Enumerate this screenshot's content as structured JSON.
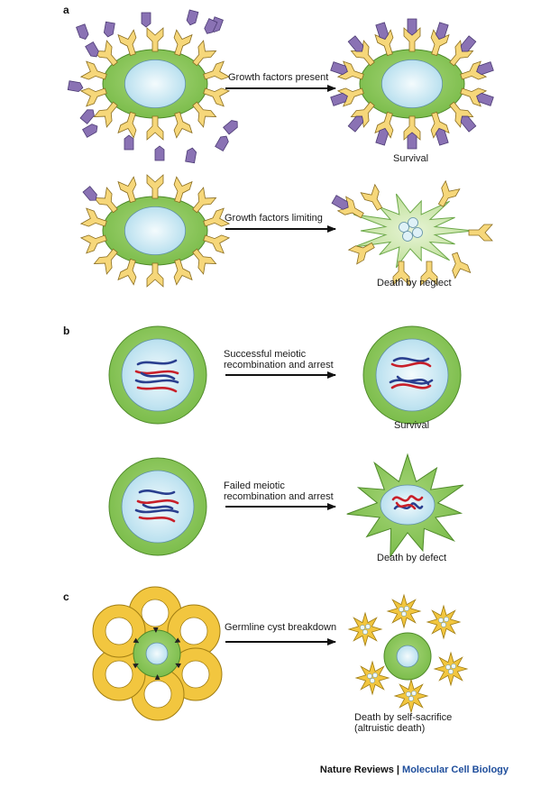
{
  "panels": {
    "a": {
      "letter": "a",
      "arrow1": "Growth factors present",
      "outcome1": "Survival",
      "arrow2": "Growth factors limiting",
      "outcome2": "Death by neglect"
    },
    "b": {
      "letter": "b",
      "arrow1": [
        "Successful meiotic",
        "recombination and arrest"
      ],
      "outcome1": "Survival",
      "arrow2": [
        "Failed meiotic",
        "recombination and arrest"
      ],
      "outcome2": "Death by defect"
    },
    "c": {
      "letter": "c",
      "arrow1": "Germline cyst breakdown",
      "outcome1": [
        "Death by self-sacrifice",
        "(altruistic death)"
      ]
    }
  },
  "credit": {
    "source": "Nature Reviews",
    "separator": "|",
    "journal": "Molecular Cell Biology"
  },
  "colors": {
    "cell_green": "#8cc65a",
    "nucleus_blue": "#cde9f3",
    "receptor_yellow": "#f6d77a",
    "ligand_purple": "#8a72b4",
    "dna_red": "#c8202a",
    "dna_blue": "#2a3f8f",
    "cyst_yellow": "#f2c63f",
    "journal_blue": "#1f4e9c"
  }
}
